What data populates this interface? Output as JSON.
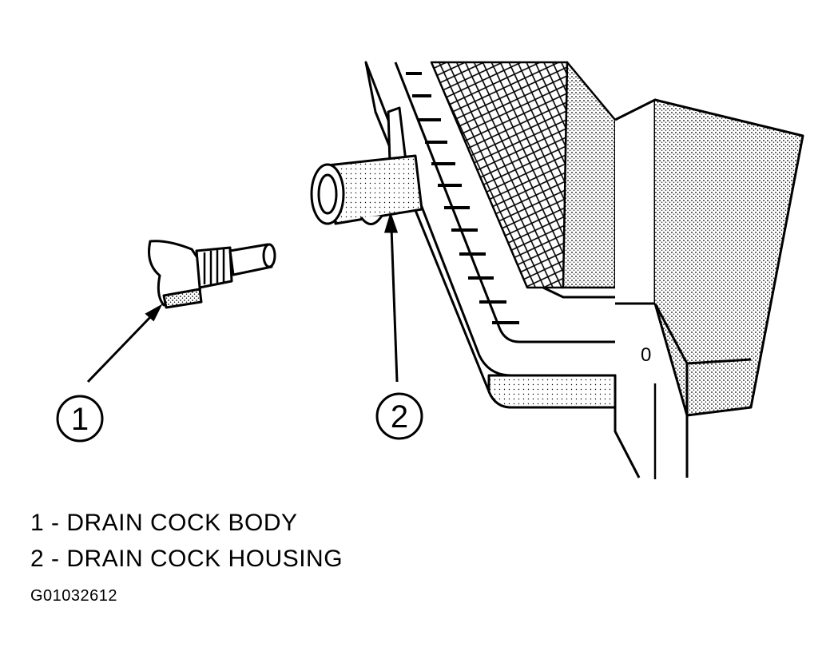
{
  "callouts": [
    {
      "number": "1",
      "label": "DRAIN COCK BODY"
    },
    {
      "number": "2",
      "label": "DRAIN COCK HOUSING"
    }
  ],
  "legend": [
    "1 - DRAIN COCK BODY",
    "2 - DRAIN COCK HOUSING"
  ],
  "figure_id": "G01032612",
  "radiator_mark": "0",
  "colors": {
    "ink": "#000000",
    "background": "#ffffff",
    "shade": "#9a9a9a"
  }
}
